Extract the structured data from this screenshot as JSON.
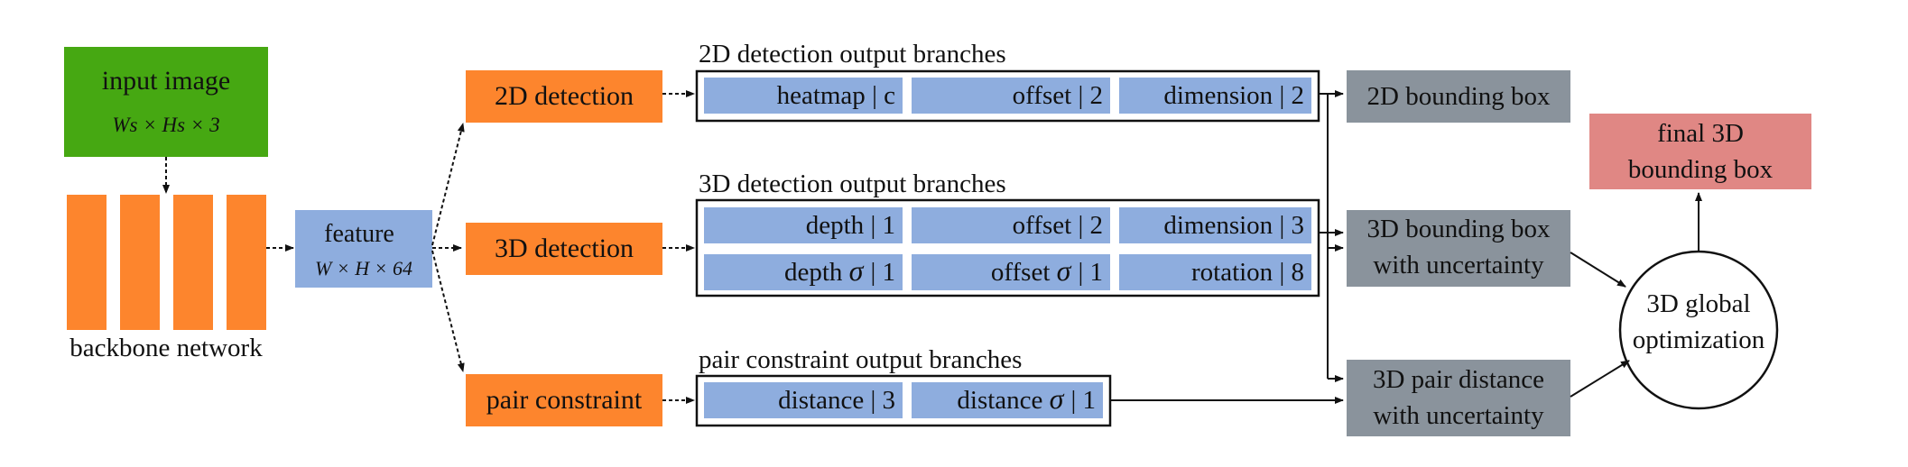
{
  "colors": {
    "input": "#46a812",
    "backbone": "#fd852d",
    "feature": "#8eadde",
    "branch_cell": "#8eadde",
    "output": "#8a939c",
    "final": "#e08784",
    "stroke": "#111111"
  },
  "input_image": {
    "title": "input image",
    "dims": "Ws × Hs × 3"
  },
  "backbone": {
    "label": "backbone network"
  },
  "feature": {
    "title": "feature",
    "dims": "W × H × 64"
  },
  "heads": {
    "det2d": "2D detection",
    "det3d": "3D detection",
    "pair": "pair constraint"
  },
  "branches": {
    "b2d": {
      "title": "2D detection output branches",
      "cells": [
        {
          "name": "heatmap",
          "symbol": "",
          "value": "c"
        },
        {
          "name": "offset",
          "symbol": "",
          "value": "2"
        },
        {
          "name": "dimension",
          "symbol": "",
          "value": "2"
        }
      ]
    },
    "b3d": {
      "title": "3D detection output branches",
      "cells": [
        {
          "name": "depth",
          "symbol": "",
          "value": "1"
        },
        {
          "name": "offset",
          "symbol": "",
          "value": "2"
        },
        {
          "name": "dimension",
          "symbol": "",
          "value": "3"
        },
        {
          "name": "depth",
          "symbol": "σ",
          "value": "1"
        },
        {
          "name": "offset",
          "symbol": "σ",
          "value": "1"
        },
        {
          "name": "rotation",
          "symbol": "",
          "value": "8"
        }
      ]
    },
    "bpair": {
      "title": "pair constraint output branches",
      "cells": [
        {
          "name": "distance",
          "symbol": "",
          "value": "3"
        },
        {
          "name": "distance",
          "symbol": "σ",
          "value": "1"
        }
      ]
    }
  },
  "outputs": {
    "bbox2d": {
      "line1": "2D bounding box",
      "line2": ""
    },
    "bbox3d": {
      "line1": "3D bounding box",
      "line2": "with uncertainty"
    },
    "pairdist": {
      "line1": "3D pair distance",
      "line2": "with uncertainty"
    }
  },
  "optimization": {
    "line1": "3D global",
    "line2": "optimization"
  },
  "final": {
    "line1": "final 3D",
    "line2": "bounding box"
  }
}
